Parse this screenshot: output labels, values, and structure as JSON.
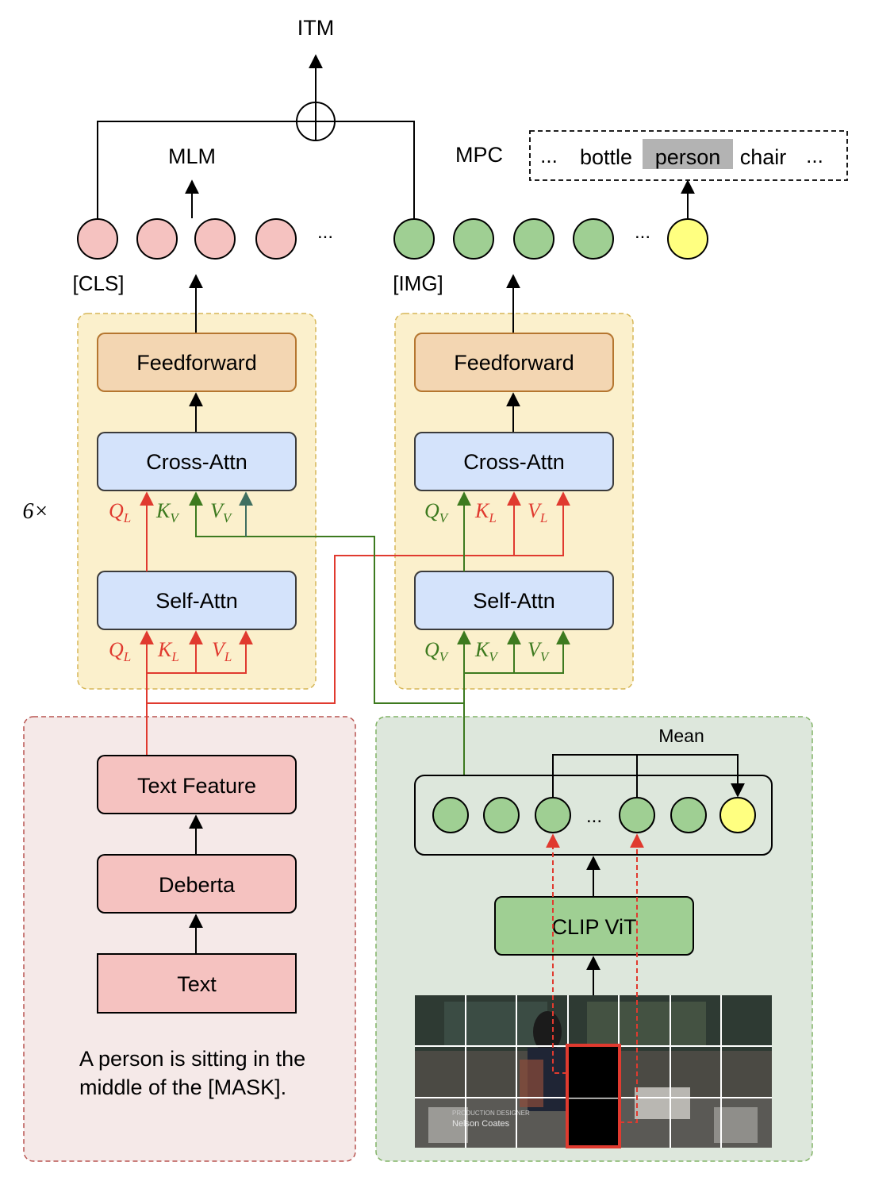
{
  "outputs": {
    "itm": "ITM",
    "mlm": "MLM",
    "mpc": "MPC"
  },
  "mpc_candidates": {
    "ellipsis_left": "...",
    "words": [
      "bottle",
      "person",
      "chair"
    ],
    "highlighted": "person",
    "ellipsis_right": "..."
  },
  "tokens": {
    "cls": "[CLS]",
    "img": "[IMG]",
    "ellipsis": "..."
  },
  "repeat_label": "6×",
  "text_block": {
    "feedforward": "Feedforward",
    "cross_attn": "Cross-Attn",
    "self_attn": "Self-Attn",
    "cross_inputs": [
      {
        "base": "Q",
        "sub": "L",
        "color": "#e03a2f"
      },
      {
        "base": "K",
        "sub": "V",
        "color": "#3d7a1f"
      },
      {
        "base": "V",
        "sub": "V",
        "color": "#3d7a1f"
      }
    ],
    "self_inputs": [
      {
        "base": "Q",
        "sub": "L",
        "color": "#e03a2f"
      },
      {
        "base": "K",
        "sub": "L",
        "color": "#e03a2f"
      },
      {
        "base": "V",
        "sub": "L",
        "color": "#e03a2f"
      }
    ]
  },
  "image_block": {
    "feedforward": "Feedforward",
    "cross_attn": "Cross-Attn",
    "self_attn": "Self-Attn",
    "cross_inputs": [
      {
        "base": "Q",
        "sub": "V",
        "color": "#3d7a1f"
      },
      {
        "base": "K",
        "sub": "L",
        "color": "#e03a2f"
      },
      {
        "base": "V",
        "sub": "L",
        "color": "#e03a2f"
      }
    ],
    "self_inputs": [
      {
        "base": "Q",
        "sub": "V",
        "color": "#3d7a1f"
      },
      {
        "base": "K",
        "sub": "V",
        "color": "#3d7a1f"
      },
      {
        "base": "V",
        "sub": "V",
        "color": "#3d7a1f"
      }
    ]
  },
  "text_encoder": {
    "text_feature": "Text Feature",
    "deberta": "Deberta",
    "text": "Text",
    "caption": "A person is sitting in the middle of  the [MASK]."
  },
  "image_encoder": {
    "mean": "Mean",
    "ellipsis": "...",
    "clip_vit": "CLIP ViT",
    "frame_credit_line1": "PRODUCTION DESIGNER",
    "frame_credit_line2": "Nelson Coates"
  },
  "colors": {
    "text_token": "#f5c2c0",
    "image_token": "#9fcf93",
    "mask_token": "#ffff80",
    "attn_box": "#d4e3fb",
    "ff_box": "#f3d6b2",
    "block_bg": "#fbf0cc",
    "block_border": "#d6b656",
    "text_panel": "#f5e9e8",
    "text_panel_border": "#b85450",
    "image_panel": "#dde7dc",
    "image_panel_border": "#82b366",
    "red": "#e03a2f",
    "green": "#3d7a1f"
  }
}
